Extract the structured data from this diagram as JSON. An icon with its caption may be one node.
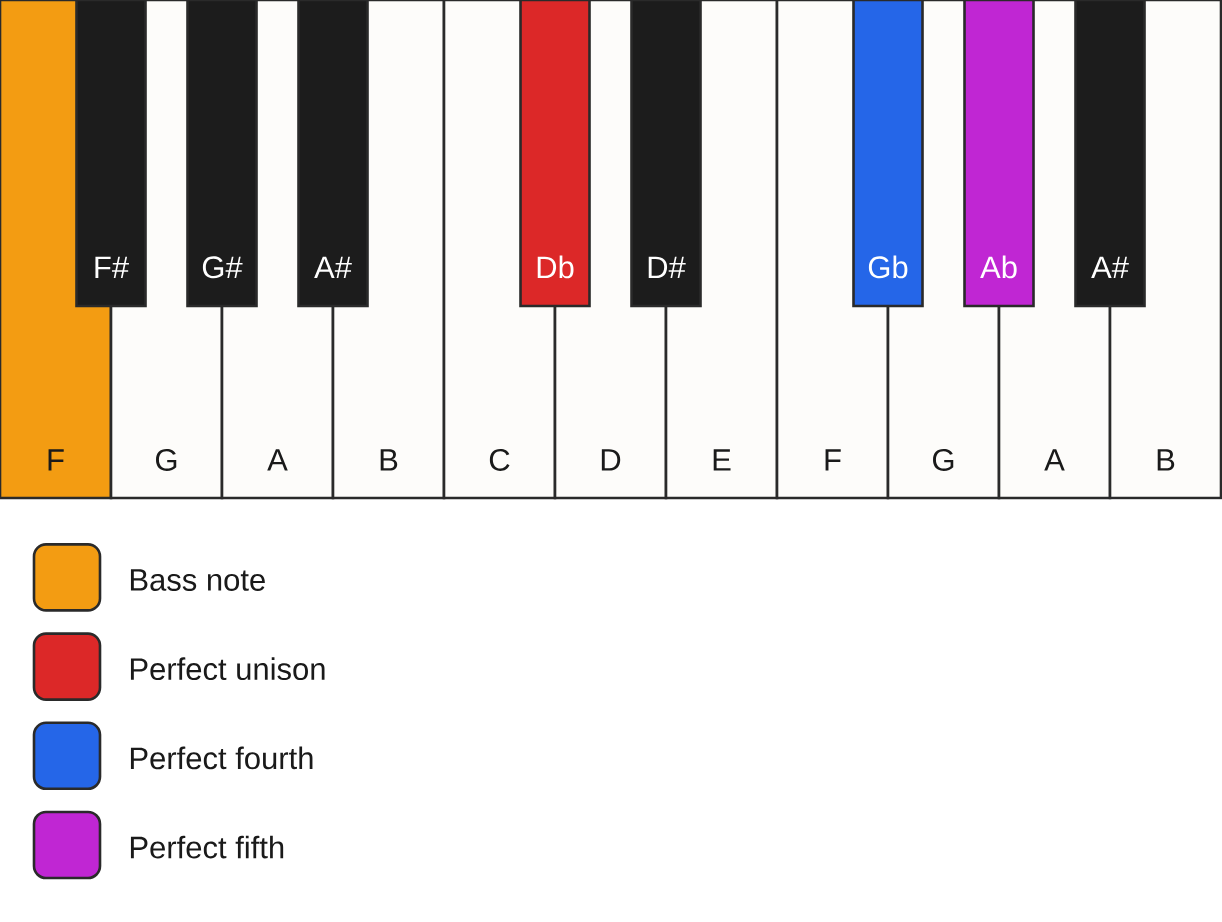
{
  "diagram": {
    "nodes": [
      {
        "text": [
          "F"
        ]
      },
      {
        "text": [
          "F#"
        ]
      },
      {
        "text": [
          "G"
        ]
      },
      {
        "text": [
          "G#"
        ]
      },
      {
        "text": [
          "A"
        ]
      },
      {
        "text": [
          "A#"
        ]
      },
      {
        "text": [
          "B"
        ]
      },
      {
        "text": [
          "C"
        ]
      },
      {
        "text": [
          "Db"
        ]
      },
      {
        "text": [
          "D"
        ]
      },
      {
        "text": [
          "D#"
        ]
      },
      {
        "text": [
          "E"
        ]
      },
      {
        "text": [
          "F"
        ]
      },
      {
        "text": [
          "Gb"
        ]
      },
      {
        "text": [
          "G"
        ]
      },
      {
        "text": [
          "Ab"
        ]
      },
      {
        "text": [
          "A"
        ]
      },
      {
        "text": [
          "A#"
        ]
      },
      {
        "text": [
          "B"
        ]
      }
    ],
    "legend": [
      {
        "text": "Bass note",
        "color": "#f39c12"
      },
      {
        "text": "Perfect unison",
        "color": "#dc2828"
      },
      {
        "text": "Perfect fourth",
        "color": "#2566e8"
      },
      {
        "text": "Perfect fifth",
        "color": "#c026d3"
      }
    ]
  }
}
